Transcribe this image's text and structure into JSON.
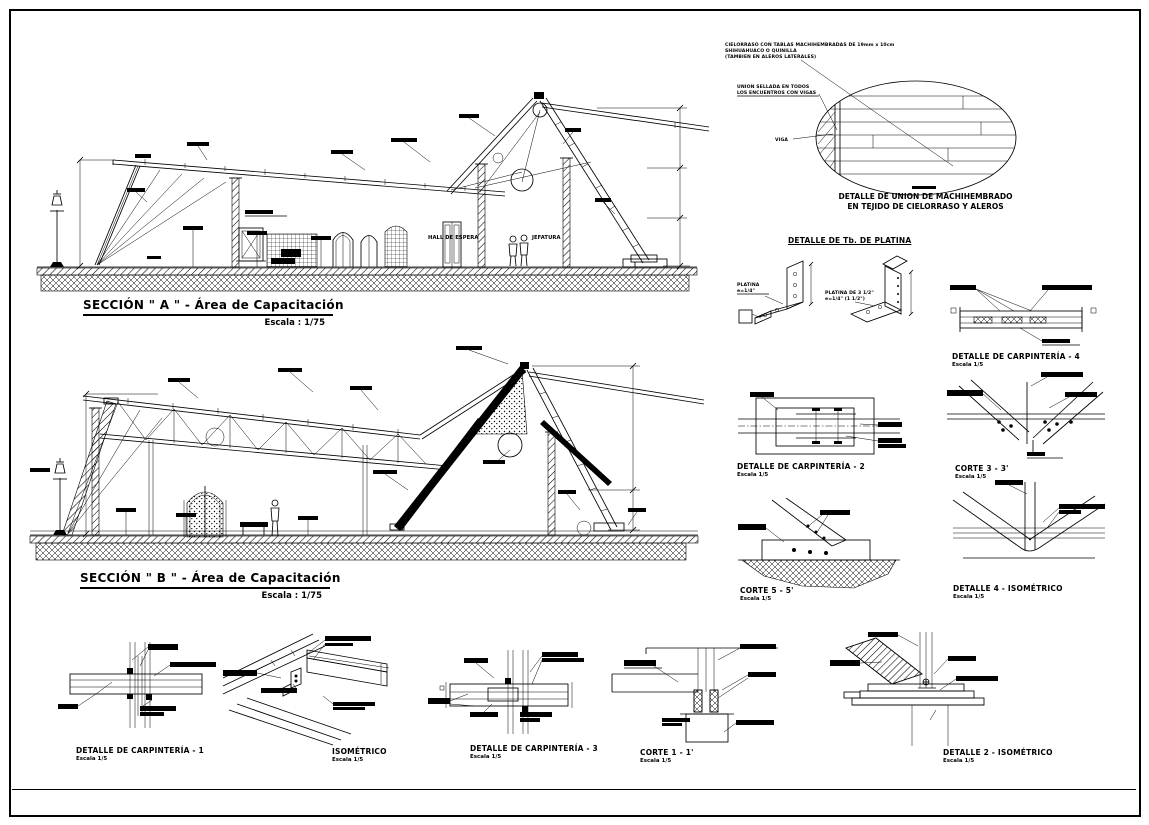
{
  "sheet": {
    "background": "#ffffff",
    "line_color": "#000000"
  },
  "sections": {
    "a": {
      "title": "SECCIÓN  \" A \" - Área de Capacitación",
      "scale": "Escala : 1/75",
      "labels": {
        "hall": "HALL DE ESPERA",
        "jefatura": "JEFATURA"
      }
    },
    "b": {
      "title": "SECCIÓN  \" B \" - Área de Capacitación",
      "scale": "Escala : 1/75"
    }
  },
  "machihembrado": {
    "note1_l1": "CIELORRASO CON TABLAS MACHIHEMBRADAS DE 19mm x 10cm",
    "note1_l2": "SHIHUAHUACO O QUINILLA",
    "note1_l3": "(TAMBIEN EN ALEROS LATERALES)",
    "note2_l1": "UNION SELLADA EN TODOS",
    "note2_l2": "LOS ENCUENTROS CON VIGAS",
    "viga": "VIGA",
    "title_l1": "DETALLE DE UNION DE MACHIHEMBRADO",
    "title_l2": "EN TEJIDO DE CIELORRASO Y ALEROS"
  },
  "platina": {
    "title": "DETALLE DE Tb. DE PLATINA",
    "label_left_l1": "PLATINA",
    "label_left_l2": "e=1/4\"",
    "label_right_l1": "PLATINA DE 3 1/2\"",
    "label_right_l2": "e=1/4\" (1 1/2\")"
  },
  "details": {
    "carpinteria4": {
      "title": "DETALLE DE CARPINTERÍA - 4",
      "scale": "Escala 1/5"
    },
    "carpinteria2": {
      "title": "DETALLE DE CARPINTERÍA - 2",
      "scale": "Escala 1/5"
    },
    "corte3": {
      "title": "CORTE 3 - 3'",
      "scale": "Escala 1/5"
    },
    "corte5": {
      "title": "CORTE 5 - 5'",
      "scale": "Escala 1/5"
    },
    "detalle4": {
      "title": "DETALLE 4 - ISOMÉTRICO",
      "scale": "Escala 1/5"
    },
    "carpinteria1": {
      "title": "DETALLE DE CARPINTERÍA - 1",
      "scale": "Escala 1/5"
    },
    "isometrico": {
      "title": "ISOMÉTRICO",
      "scale": "Escala 1/5"
    },
    "carpinteria3": {
      "title": "DETALLE DE CARPINTERÍA - 3",
      "scale": "Escala 1/5"
    },
    "corte1": {
      "title": "CORTE 1 - 1'",
      "scale": "Escala 1/5"
    },
    "detalle2": {
      "title": "DETALLE 2 - ISOMÉTRICO",
      "scale": "Escala 1/5"
    }
  }
}
